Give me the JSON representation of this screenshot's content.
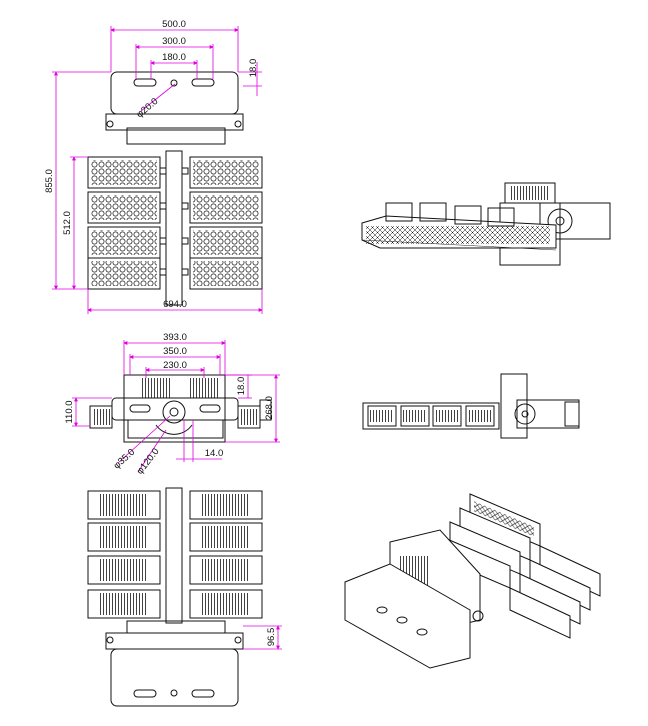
{
  "drawing": {
    "line_color": "#111111",
    "dimension_color": "#e000e0",
    "background": "#ffffff"
  },
  "views": {
    "front": {
      "width_total": "694.0",
      "height_total": "855.0",
      "modules_height": "512.0",
      "bracket_width": "500.0",
      "slot_spacing_outer": "300.0",
      "slot_spacing_inner": "180.0",
      "bracket_offset": "18.0",
      "hole_diameter": "φ20.0"
    },
    "top": {
      "width_outer": "393.0",
      "width_mid": "350.0",
      "width_inner": "230.0",
      "offset": "18.0",
      "depth": "268.0",
      "side_height": "110.0",
      "pivot_diameter": "φ35.0",
      "arc_diameter": "φ120.0",
      "slot_width": "14.0"
    },
    "back": {
      "bracket_depth": "96.5"
    }
  }
}
